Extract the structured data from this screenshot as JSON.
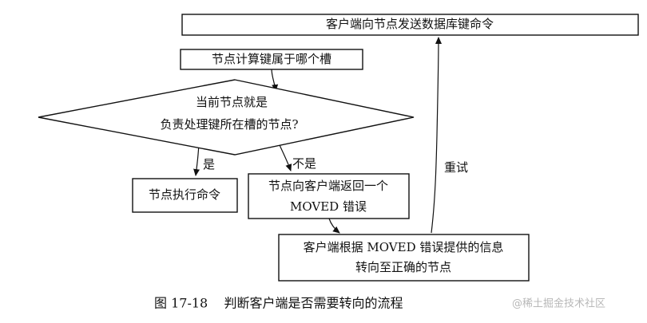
{
  "diagram": {
    "nodes": {
      "send_command": "客户端向节点发送数据库键命令",
      "compute_slot": "节点计算键属于哪个槽",
      "decision_line1": "当前节点就是",
      "decision_line2": "负责处理键所在槽的节点?",
      "execute": "节点执行命令",
      "moved_line1": "节点向客户端返回一个",
      "moved_line2": "MOVED 错误",
      "redirect_line1": "客户端根据 MOVED 错误提供的信息",
      "redirect_line2": "转向至正确的节点"
    },
    "edge_labels": {
      "yes": "是",
      "no": "不是",
      "retry": "重试"
    }
  },
  "caption": "图 17-18    判断客户端是否需要转向的流程",
  "watermark": "@稀土掘金技术社区",
  "colors": {
    "stroke": "#111111",
    "text": "#111111",
    "background": "#ffffff",
    "watermark": "#b8b8b8"
  }
}
